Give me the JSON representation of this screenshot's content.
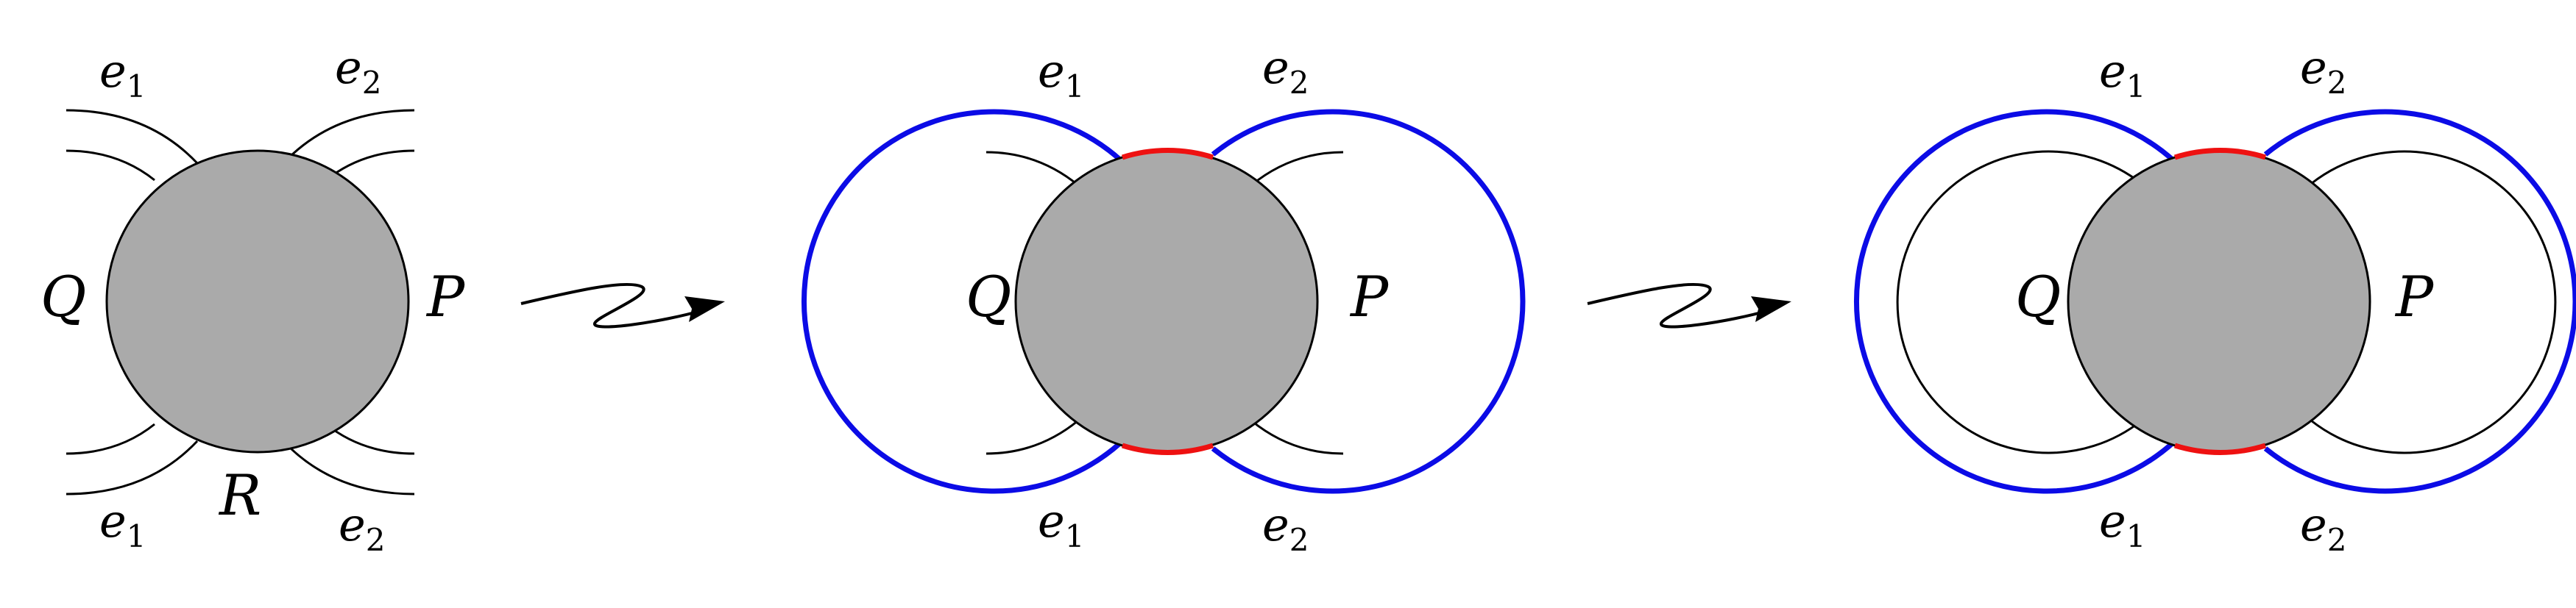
{
  "colors": {
    "blob_fill": "#aaaaaa",
    "blue_edge": "#0b0be6",
    "red_edge": "#ee1111",
    "line": "#000000",
    "background": "#ffffff"
  },
  "panels": [
    {
      "id": "panel-1",
      "labels": {
        "e1_top": {
          "main": "e",
          "sub": "1"
        },
        "e2_top": {
          "main": "e",
          "sub": "2"
        },
        "q": "Q",
        "p": "P",
        "r": "R",
        "e1_bottom": {
          "main": "e",
          "sub": "1"
        },
        "e2_bottom": {
          "main": "e",
          "sub": "2"
        }
      }
    },
    {
      "id": "panel-2",
      "labels": {
        "e1_top": {
          "main": "e",
          "sub": "1"
        },
        "e2_top": {
          "main": "e",
          "sub": "2"
        },
        "q": "Q",
        "p": "P",
        "e1_bottom": {
          "main": "e",
          "sub": "1"
        },
        "e2_bottom": {
          "main": "e",
          "sub": "2"
        }
      }
    },
    {
      "id": "panel-3",
      "labels": {
        "e1_top": {
          "main": "e",
          "sub": "1"
        },
        "e2_top": {
          "main": "e",
          "sub": "2"
        },
        "q": "Q",
        "p": "P",
        "e1_bottom": {
          "main": "e",
          "sub": "1"
        },
        "e2_bottom": {
          "main": "e",
          "sub": "2"
        }
      }
    }
  ],
  "arrows": [
    {
      "id": "squiggle-arrow-1",
      "icon": "squiggle-right-arrow-icon"
    },
    {
      "id": "squiggle-arrow-2",
      "icon": "squiggle-right-arrow-icon"
    }
  ]
}
